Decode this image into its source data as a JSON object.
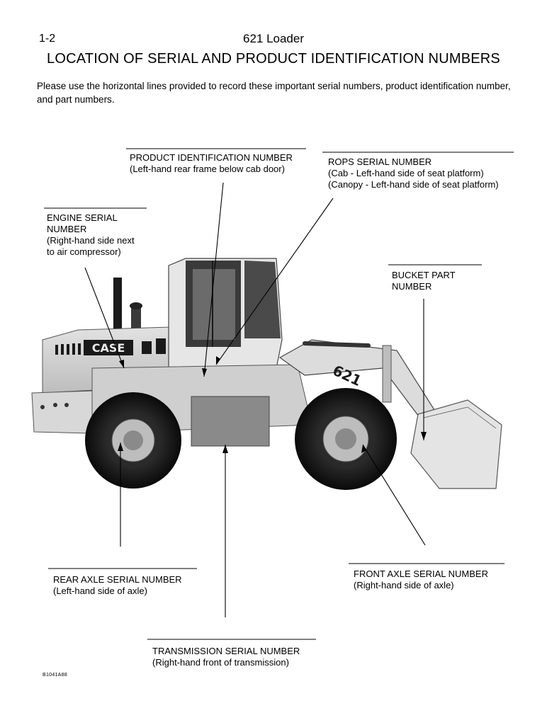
{
  "header": {
    "page_number": "1-2",
    "title": "621 Loader"
  },
  "main_title": "LOCATION OF SERIAL AND PRODUCT IDENTIFICATION NUMBERS",
  "intro": "Please use the horizontal lines provided to record these important serial numbers, product identification number, and part numbers.",
  "callouts": {
    "pin": {
      "title": "PRODUCT IDENTIFICATION NUMBER",
      "desc": "(Left-hand rear frame below cab door)"
    },
    "rops": {
      "title": "ROPS SERIAL NUMBER",
      "desc1": "(Cab - Left-hand side of seat platform)",
      "desc2": "(Canopy - Left-hand side of seat platform)"
    },
    "engine": {
      "title1": "ENGINE SERIAL",
      "title2": "NUMBER",
      "desc1": "(Right-hand side next",
      "desc2": "to air compressor)"
    },
    "bucket": {
      "title1": "BUCKET PART",
      "title2": "NUMBER"
    },
    "rear_axle": {
      "title": "REAR AXLE SERIAL NUMBER",
      "desc": "(Left-hand side of axle)"
    },
    "front_axle": {
      "title": "FRONT AXLE SERIAL NUMBER",
      "desc": "(Right-hand side of axle)"
    },
    "transmission": {
      "title": "TRANSMISSION SERIAL NUMBER",
      "desc": "(Right-hand front of transmission)"
    }
  },
  "machine": {
    "brand_decal": "CASE",
    "model_decal": "621"
  },
  "figure_code": "B1041A88"
}
